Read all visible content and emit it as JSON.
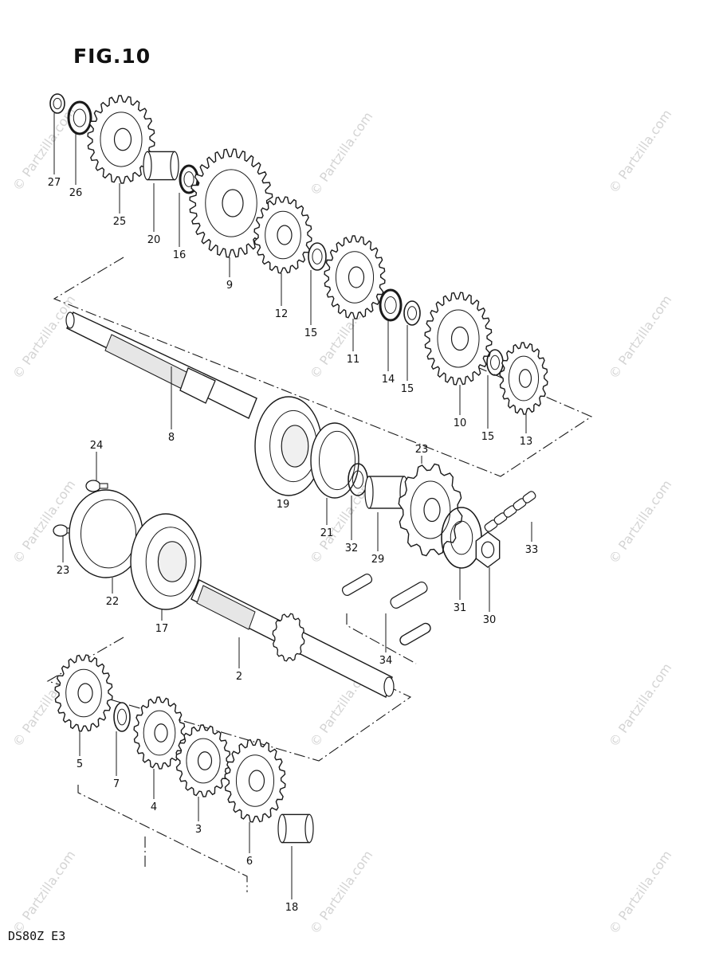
{
  "figure": {
    "title": "FIG.10",
    "model_code": "DS80Z E3",
    "watermark": "© Partzilla.com"
  },
  "parts": [
    {
      "id": "p27",
      "label": "27",
      "type": "circlip"
    },
    {
      "id": "p26",
      "label": "26",
      "type": "washer"
    },
    {
      "id": "p25",
      "label": "25",
      "type": "gear"
    },
    {
      "id": "p20",
      "label": "20",
      "type": "bushing"
    },
    {
      "id": "p16",
      "label": "16",
      "type": "washer"
    },
    {
      "id": "p9",
      "label": "9",
      "type": "gear"
    },
    {
      "id": "p12",
      "label": "12",
      "type": "gear"
    },
    {
      "id": "p15a",
      "label": "15",
      "type": "circlip"
    },
    {
      "id": "p11",
      "label": "11",
      "type": "gear"
    },
    {
      "id": "p14",
      "label": "14",
      "type": "washer"
    },
    {
      "id": "p15b",
      "label": "15",
      "type": "circlip"
    },
    {
      "id": "p10",
      "label": "10",
      "type": "gear"
    },
    {
      "id": "p15c",
      "label": "15",
      "type": "circlip"
    },
    {
      "id": "p13",
      "label": "13",
      "type": "gear"
    },
    {
      "id": "p8",
      "label": "8",
      "type": "countershaft"
    },
    {
      "id": "p19",
      "label": "19",
      "type": "bearing"
    },
    {
      "id": "p21",
      "label": "21",
      "type": "oil-seal"
    },
    {
      "id": "p32",
      "label": "32",
      "type": "o-ring"
    },
    {
      "id": "p29",
      "label": "29",
      "type": "spacer"
    },
    {
      "id": "p23b",
      "label": "23",
      "type": "sprocket"
    },
    {
      "id": "p31",
      "label": "31",
      "type": "lock-washer"
    },
    {
      "id": "p30",
      "label": "30",
      "type": "nut"
    },
    {
      "id": "p33",
      "label": "33",
      "type": "chain"
    },
    {
      "id": "p34",
      "label": "34",
      "type": "chain-joint"
    },
    {
      "id": "p24",
      "label": "24",
      "type": "screw"
    },
    {
      "id": "p23a",
      "label": "23",
      "type": "screw"
    },
    {
      "id": "p22",
      "label": "22",
      "type": "retainer-plate"
    },
    {
      "id": "p17",
      "label": "17",
      "type": "bearing"
    },
    {
      "id": "p2",
      "label": "2",
      "type": "driveshaft"
    },
    {
      "id": "p5",
      "label": "5",
      "type": "gear"
    },
    {
      "id": "p7",
      "label": "7",
      "type": "circlip"
    },
    {
      "id": "p4",
      "label": "4",
      "type": "gear"
    },
    {
      "id": "p3",
      "label": "3",
      "type": "gear"
    },
    {
      "id": "p6",
      "label": "6",
      "type": "gear"
    },
    {
      "id": "p18",
      "label": "18",
      "type": "bushing"
    }
  ]
}
